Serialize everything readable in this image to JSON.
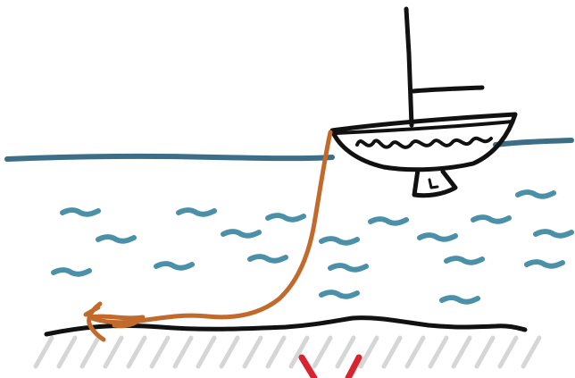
{
  "colors": {
    "ink": "#111111",
    "water_line": "#3d6e88",
    "waves": "#4a90a8",
    "anchor_rope": "#c26a2c",
    "seabed_hatch": "#d6d6d6",
    "red_mark": "#d9232e",
    "background": "#ffffff"
  },
  "scene": {
    "objects": [
      "sailboat",
      "water-surface",
      "waves",
      "anchor-rope",
      "anchor",
      "seabed",
      "red-mark"
    ]
  }
}
